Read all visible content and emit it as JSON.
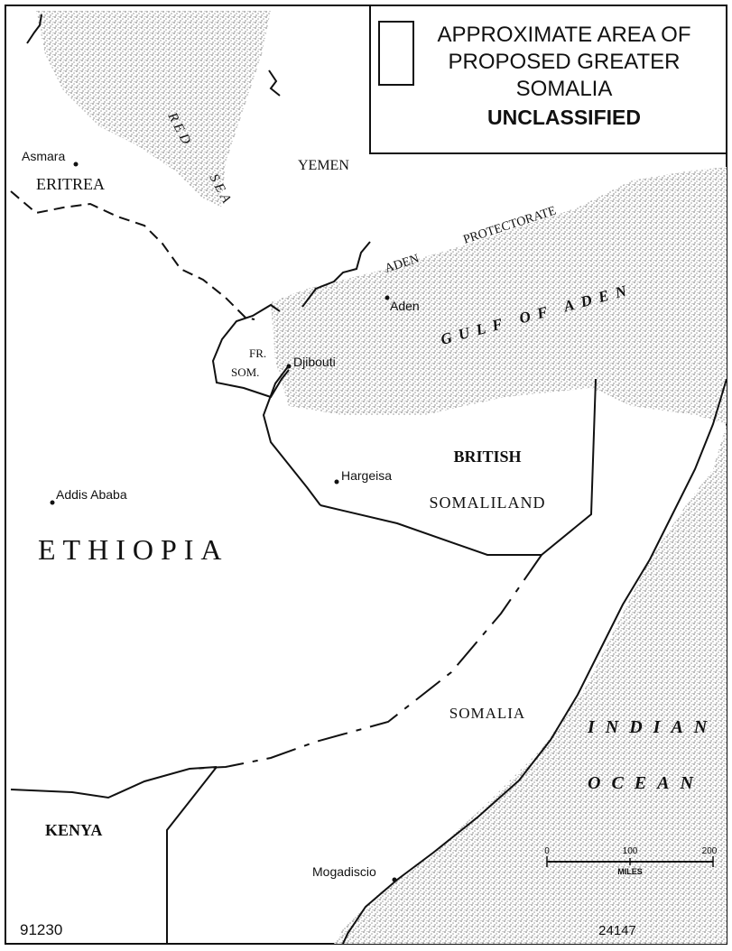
{
  "legend": {
    "line1": "APPROXIMATE AREA OF",
    "line2": "PROPOSED GREATER",
    "line3": "SOMALIA",
    "classification": "UNCLASSIFIED"
  },
  "regions": {
    "eritrea": "ERITREA",
    "yemen": "YEMEN",
    "aden_protectorate_1": "ADEN",
    "aden_protectorate_2": "PROTECTORATE",
    "fr_som_1": "FR.",
    "fr_som_2": "SOM.",
    "british_1": "BRITISH",
    "british_2": "SOMALILAND",
    "ethiopia": "ETHIOPIA",
    "somalia": "SOMALIA",
    "kenya": "KENYA"
  },
  "water": {
    "red_1": "RED",
    "red_2": "SEA",
    "gulf": "GULF OF ADEN",
    "indian": "INDIAN",
    "ocean": "OCEAN"
  },
  "cities": {
    "asmara": "Asmara",
    "aden": "Aden",
    "djibouti": "Djibouti",
    "hargeisa": "Hargeisa",
    "addis": "Addis Ababa",
    "mogadiscio": "Mogadiscio"
  },
  "scale": {
    "t0": "0",
    "t100": "100",
    "t200": "200",
    "unit": "MILES"
  },
  "footer": {
    "left_code": "91230",
    "right_code": "24147"
  },
  "colors": {
    "ink": "#111111",
    "stipple": "#8a8a8a"
  }
}
